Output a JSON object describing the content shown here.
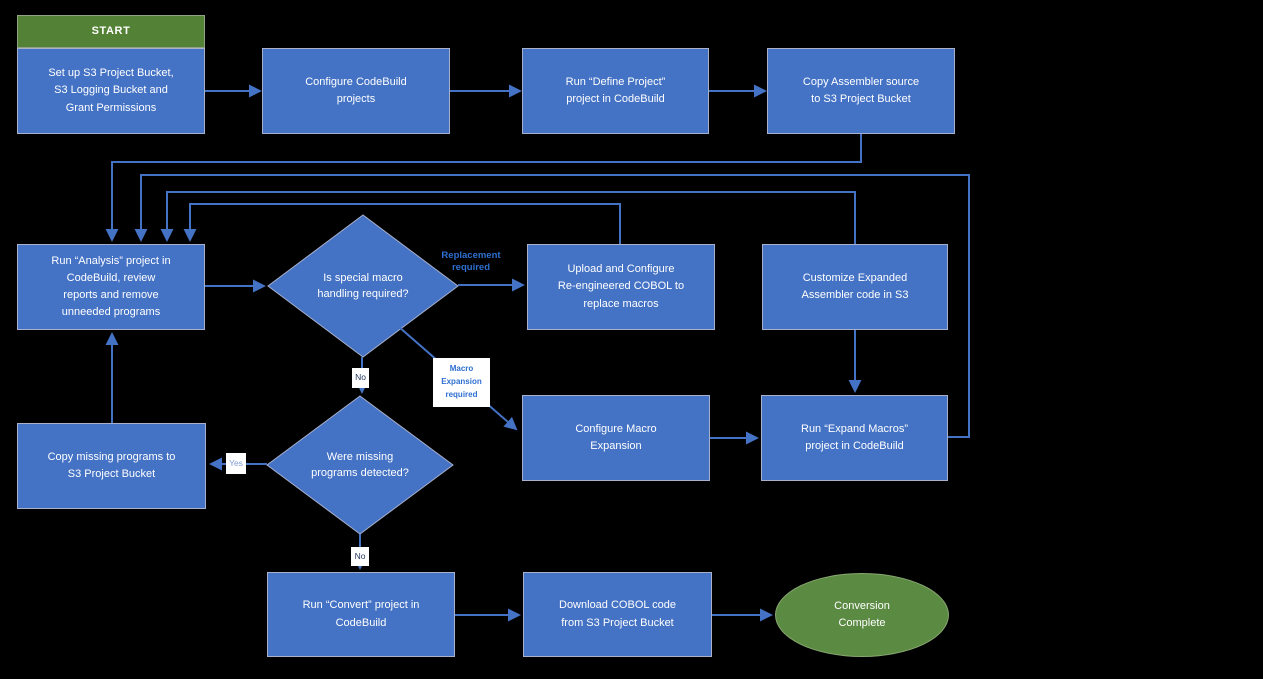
{
  "diagram": {
    "colors": {
      "box_fill": "#4472c4",
      "box_border": "#a8b0cc",
      "start_fill": "#538135",
      "start_border": "#90a383",
      "end_fill": "#5b8a42",
      "end_border": "#89a871",
      "line": "#4472c4",
      "text": "#ffffff",
      "label_blue": "#2e6fd0",
      "label_navy": "#24395e",
      "label_yes": "#7d9ad6"
    },
    "nodes": {
      "start": {
        "label": "START"
      },
      "setup": {
        "label": "Set up S3 Project Bucket,\nS3 Logging Bucket and\nGrant Permissions"
      },
      "configure_projects": {
        "label": "Configure CodeBuild\nprojects"
      },
      "define_project": {
        "label": "Run “Define Project”\nproject in CodeBuild"
      },
      "copy_assembler": {
        "label": "Copy Assembler source\nto S3 Project Bucket"
      },
      "analysis": {
        "label": "Run “Analysis” project in\nCodeBuild, review\nreports and remove\nunneeded programs"
      },
      "special_macro_decision": {
        "label": "Is special macro\nhandling required?"
      },
      "upload_cobol": {
        "label": "Upload and Configure\nRe-engineered COBOL to\nreplace macros"
      },
      "customize_expanded": {
        "label": "Customize Expanded\nAssembler code in S3"
      },
      "configure_macro_expansion": {
        "label": "Configure Macro\nExpansion"
      },
      "expand_macros": {
        "label": "Run “Expand Macros”\nproject in CodeBuild"
      },
      "missing_programs_decision": {
        "label": "Were missing\nprograms detected?"
      },
      "copy_missing": {
        "label": "Copy missing programs to\nS3 Project Bucket"
      },
      "run_convert": {
        "label": "Run “Convert” project in\nCodeBuild"
      },
      "download_cobol": {
        "label": "Download COBOL code\nfrom S3 Project Bucket"
      },
      "conversion_complete": {
        "label": "Conversion\nComplete"
      }
    },
    "edge_labels": {
      "replacement_required": "Replacement\nrequired",
      "macro_expansion_required": "Macro\nExpansion\nrequired",
      "no_special_macro": "No",
      "yes_missing": "Yes",
      "no_missing": "No"
    }
  }
}
